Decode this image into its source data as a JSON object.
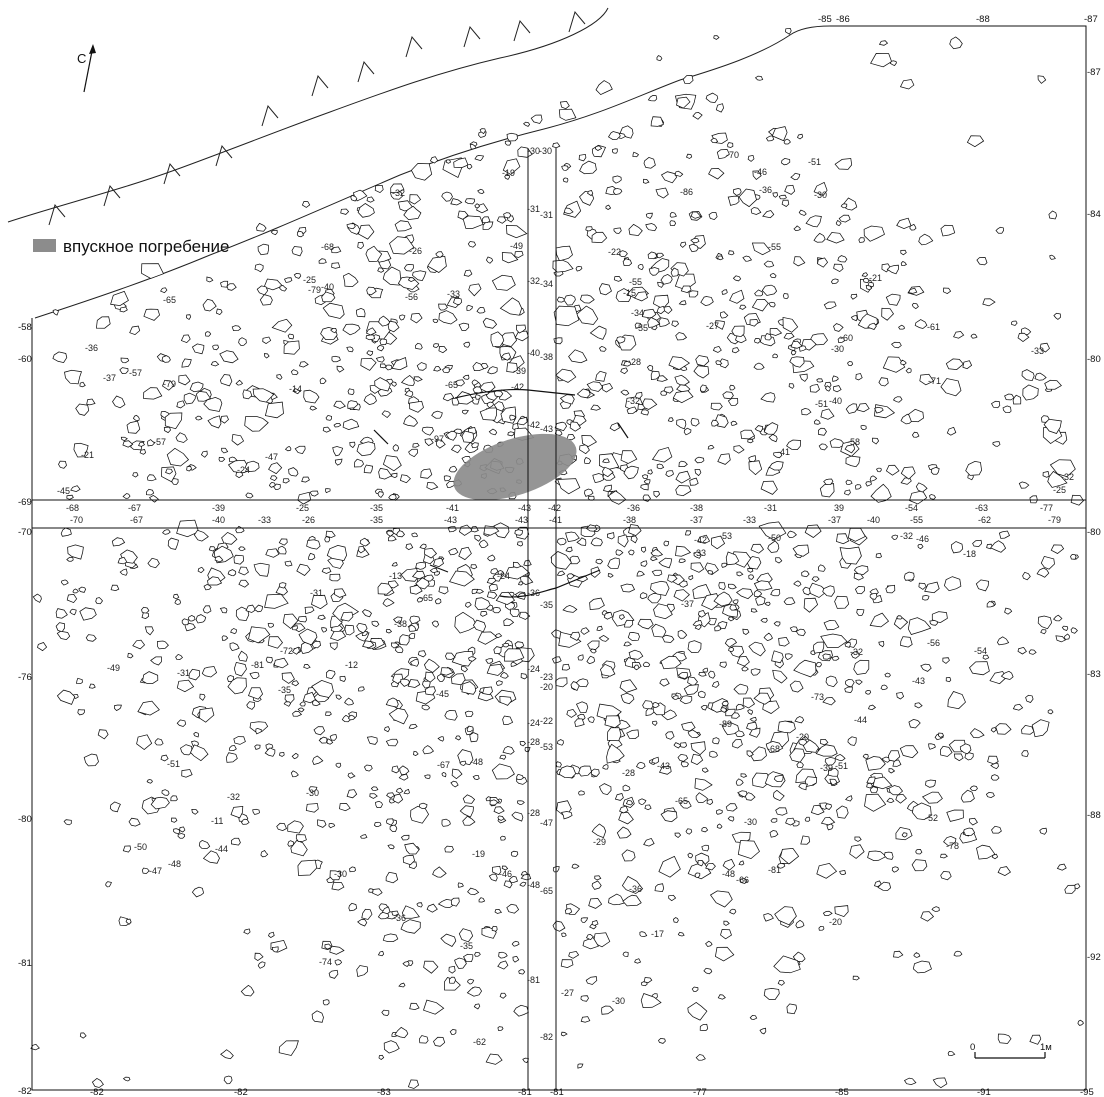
{
  "legend": {
    "label": "впускное погребение",
    "color": "#8c8c8c"
  },
  "north_arrow": {
    "label": "С"
  },
  "scale_bar": {
    "start": "0",
    "end": "1м"
  },
  "grid_labels": {
    "top": [
      "-85",
      "-86",
      "-88",
      "-87"
    ],
    "right": [
      "-87",
      "-84",
      "-80",
      "-80",
      "-83",
      "-88",
      "-92"
    ],
    "left": [
      "-58",
      "-60",
      "-69",
      "-70",
      "-76",
      "-80",
      "-81",
      "-82"
    ],
    "bottom": [
      "-82",
      "-82",
      "-83",
      "-81",
      "-81",
      "-77",
      "-85",
      "-91",
      "-95"
    ],
    "row_upper": [
      "-68",
      "-67",
      "-39",
      "-25",
      "-35",
      "-41",
      "-43",
      "-42",
      "-36",
      "-38",
      "-31",
      "39",
      "-54",
      "-63",
      "-77"
    ],
    "row_lower": [
      "-70",
      "-67",
      "-40",
      "-33",
      "-26",
      "-35",
      "-43",
      "-43",
      "-41",
      "-38",
      "-37",
      "-33",
      "-37",
      "-40",
      "-55",
      "-62",
      "-79"
    ],
    "center_column": [
      "-30",
      "-30",
      "-31",
      "-31",
      "-32",
      "-34",
      "-38",
      "-40",
      "-42",
      "-43",
      "-36",
      "-35",
      "-24",
      "-23",
      "-20",
      "-22",
      "-24",
      "-28",
      "-53",
      "-28",
      "-47",
      "-48",
      "-65",
      "-81",
      "-82"
    ]
  },
  "depth_labels": [
    {
      "v": "-29",
      "k": 1
    },
    {
      "v": "-32",
      "k": 2
    },
    {
      "v": "-35",
      "k": 3
    },
    {
      "v": "-31",
      "k": 4
    },
    {
      "v": "-60",
      "k": 5
    },
    {
      "v": "-36",
      "k": 6
    },
    {
      "v": "-33",
      "k": 7
    },
    {
      "v": "-48",
      "k": 8
    },
    {
      "v": "-55",
      "k": 9
    },
    {
      "v": "-67",
      "k": 10
    },
    {
      "v": "-72",
      "k": 11
    },
    {
      "v": "-89",
      "k": 12
    },
    {
      "v": "-81",
      "k": 13
    },
    {
      "v": "-54",
      "k": 14
    },
    {
      "v": "-56",
      "k": 15
    },
    {
      "v": "-73",
      "k": 16
    },
    {
      "v": "-97",
      "k": 17
    },
    {
      "v": "-65",
      "k": 18
    },
    {
      "v": "-13",
      "k": 19
    },
    {
      "v": "-30",
      "k": 20
    },
    {
      "v": "-20",
      "k": 21
    },
    {
      "v": "-28",
      "k": 22
    },
    {
      "v": "-26",
      "k": 23
    },
    {
      "v": "-19",
      "k": 24
    },
    {
      "v": "-21",
      "k": 25
    },
    {
      "v": "-30",
      "k": 26
    },
    {
      "v": "-47",
      "k": 27
    },
    {
      "v": "-57",
      "k": 28
    },
    {
      "v": "-46",
      "k": 29
    },
    {
      "v": "-37",
      "k": 30
    },
    {
      "v": "-36",
      "k": 31
    },
    {
      "v": "-32",
      "k": 32
    },
    {
      "v": "-24",
      "k": 33
    },
    {
      "v": "-50",
      "k": 34
    },
    {
      "v": "-51",
      "k": 35
    },
    {
      "v": "-41",
      "k": 36
    },
    {
      "v": "-30",
      "k": 37
    },
    {
      "v": "-43",
      "k": 38
    },
    {
      "v": "-48",
      "k": 39
    },
    {
      "v": "-65",
      "k": 40
    },
    {
      "v": "-52",
      "k": 41
    },
    {
      "v": "-45",
      "k": 42
    },
    {
      "v": "-33",
      "k": 43
    },
    {
      "v": "-30",
      "k": 44
    },
    {
      "v": "-31",
      "k": 45
    },
    {
      "v": "-32",
      "k": 46
    },
    {
      "v": "-42",
      "k": 47
    },
    {
      "v": "-40",
      "k": 48
    },
    {
      "v": "-46",
      "k": 49
    },
    {
      "v": "-22",
      "k": 50
    },
    {
      "v": "-25",
      "k": 51
    },
    {
      "v": "-27",
      "k": 52
    },
    {
      "v": "-33",
      "k": 53
    },
    {
      "v": "-24",
      "k": 54
    },
    {
      "v": "-20",
      "k": 55
    },
    {
      "v": "-32",
      "k": 56
    },
    {
      "v": "-49",
      "k": 57
    },
    {
      "v": "-48",
      "k": 58
    },
    {
      "v": "-58",
      "k": 59
    },
    {
      "v": "-65",
      "k": 60
    },
    {
      "v": "-30",
      "k": 61
    },
    {
      "v": "-37",
      "k": 62
    },
    {
      "v": "-55",
      "k": 63
    },
    {
      "v": "-36",
      "k": 64
    },
    {
      "v": "-32",
      "k": 65
    },
    {
      "v": "-79",
      "k": 66
    },
    {
      "v": "-51",
      "k": 67
    },
    {
      "v": "-79",
      "k": 68
    },
    {
      "v": "-56",
      "k": 69
    },
    {
      "v": "-55",
      "k": 70
    },
    {
      "v": "-51",
      "k": 71
    },
    {
      "v": "-46",
      "k": 72
    },
    {
      "v": "-74",
      "k": 73
    },
    {
      "v": "-49",
      "k": 74
    },
    {
      "v": "-53",
      "k": 75
    },
    {
      "v": "-57",
      "k": 76
    },
    {
      "v": "-44",
      "k": 77
    },
    {
      "v": "-65",
      "k": 78
    },
    {
      "v": "-50",
      "k": 79
    },
    {
      "v": "-61",
      "k": 80
    },
    {
      "v": "-40",
      "k": 81
    },
    {
      "v": "-68",
      "k": 82
    },
    {
      "v": "-78",
      "k": 83
    },
    {
      "v": "-81",
      "k": 84
    },
    {
      "v": "-47",
      "k": 85
    },
    {
      "v": "-45",
      "k": 86
    },
    {
      "v": "-42",
      "k": 87
    },
    {
      "v": "-32",
      "k": 88
    },
    {
      "v": "-51",
      "k": 89
    },
    {
      "v": "-35",
      "k": 90
    },
    {
      "v": "-39",
      "k": 91
    },
    {
      "v": "-44",
      "k": 92
    },
    {
      "v": "-36",
      "k": 93
    },
    {
      "v": "-38",
      "k": 94
    },
    {
      "v": "-30",
      "k": 95
    },
    {
      "v": "-34",
      "k": 96
    },
    {
      "v": "-19",
      "k": 97
    },
    {
      "v": "-25",
      "k": 98
    },
    {
      "v": "-21",
      "k": 99
    },
    {
      "v": "-27",
      "k": 100
    },
    {
      "v": "-14",
      "k": 101
    },
    {
      "v": "-15",
      "k": 102
    },
    {
      "v": "-11",
      "k": 103
    },
    {
      "v": "-18",
      "k": 104
    },
    {
      "v": "-12",
      "k": 105
    },
    {
      "v": "-17",
      "k": 106
    },
    {
      "v": "-43",
      "k": 107
    },
    {
      "v": "-66",
      "k": 108
    },
    {
      "v": "-70",
      "k": 109
    },
    {
      "v": "-71",
      "k": 110
    },
    {
      "v": "-86",
      "k": 111
    },
    {
      "v": "-39",
      "k": 112
    },
    {
      "v": "-68",
      "k": 113
    },
    {
      "v": "-62",
      "k": 114
    },
    {
      "v": "-28",
      "k": 115
    }
  ]
}
